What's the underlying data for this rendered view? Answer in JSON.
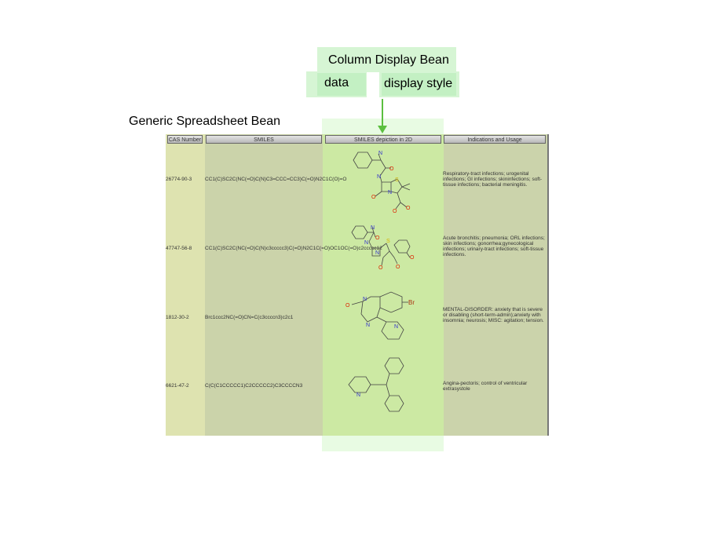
{
  "annotations": {
    "column_display_bean": "Column Display Bean",
    "data": "data",
    "display_style": "display style",
    "generic_spreadsheet_bean": "Generic Spreadsheet Bean"
  },
  "table": {
    "headers": [
      "CAS Number",
      "SMILES",
      "SMILES depiction in 2D",
      "Indications and Usage"
    ],
    "rows": [
      {
        "cas": "26774-90-3",
        "smiles": "CC1(C)SC2C(NC(=O)C(N)C3=CCC=CC3)C(=O)N2C1C(O)=O",
        "indications": "Respiratory-tract infections; urogenital infections; GI infections; skininfections; soft-tissue infections; bacterial meningitis."
      },
      {
        "cas": "47747-56-8",
        "smiles": "CC1(C)SC2C(NC(=O)C(N)c3ccccc3)C(=O)N2C1C(=O)OC1OC(=O)c2ccccc12",
        "indications": "Acute bronchitis; pneumonia; ORL infections; skin infections; gonorrhea;gynecological infections; urinary-tract infections; soft-tissue infections."
      },
      {
        "cas": "1812-30-2",
        "smiles": "Brc1ccc2NC(=O)CN=C(c3ccccn3)c2c1",
        "indications": "MENTAL-DISORDER: anxiety that is severe or disabling (short-term-admin);anxiety with insomnia; neurosis; MISC: agitation; tension."
      },
      {
        "cas": "6621-47-2",
        "smiles": "C(C(C1CCCCC1)C2CCCCC2)C3CCCCN3",
        "indications": "Angina-pectoris; control of ventricular extrasystole"
      }
    ]
  },
  "atom_labels": {
    "n": "N",
    "o": "O",
    "s": "S",
    "br": "Br"
  },
  "colors": {
    "arrow": "#5bbf3f",
    "nitrogen": "#3333cc",
    "oxygen": "#dd2200",
    "sulfur": "#d4b400",
    "bromine": "#aa3311"
  }
}
